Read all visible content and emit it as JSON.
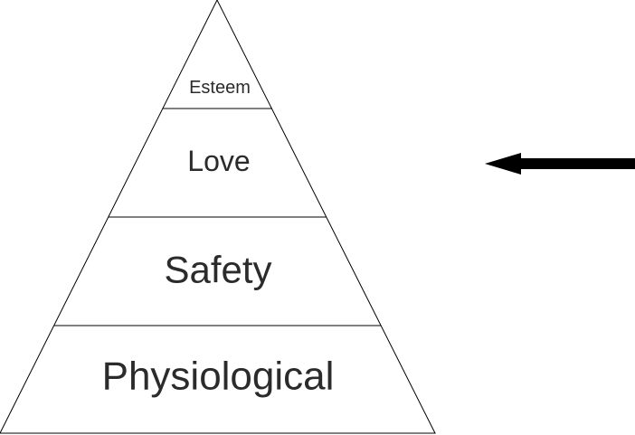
{
  "diagram": {
    "type": "pyramid",
    "tiers": [
      {
        "label": "Esteem"
      },
      {
        "label": "Love"
      },
      {
        "label": "Safety"
      },
      {
        "label": "Physiological"
      }
    ],
    "pointer": {
      "direction": "left",
      "points_to_tier": "Love"
    },
    "colors": {
      "outline": "#000000",
      "text": "#2b2b2b",
      "arrow": "#000000",
      "background": "#ffffff"
    }
  }
}
